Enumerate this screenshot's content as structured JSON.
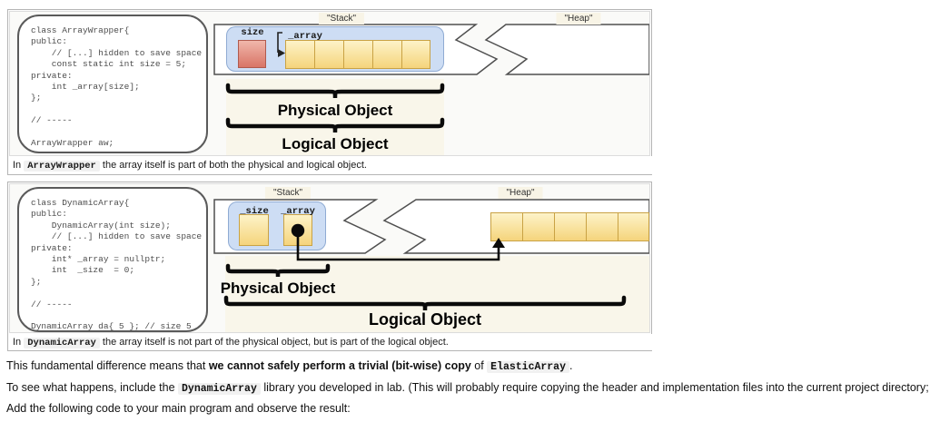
{
  "figure1": {
    "stack_label": "\"Stack\"",
    "heap_label": "\"Heap\"",
    "code_lines": [
      "class ArrayWrapper{",
      "public:",
      "    // [...] hidden to save space",
      "    const static int size = 5;",
      "private:",
      "    int _array[size];",
      "};",
      "",
      "// -----",
      "",
      "ArrayWrapper aw;"
    ],
    "member1_label": "size",
    "member2_label": "_array",
    "physical_label": "Physical Object",
    "logical_label": "Logical Object",
    "caption_prefix": "In ",
    "caption_code": "ArrayWrapper",
    "caption_suffix": " the array itself is part of both the physical and logical object."
  },
  "figure2": {
    "stack_label": "\"Stack\"",
    "heap_label": "\"Heap\"",
    "code_lines": [
      "class DynamicArray{",
      "public:",
      "    DynamicArray(int size);",
      "    // [...] hidden to save space",
      "private:",
      "    int* _array = nullptr;",
      "    int  _size  = 0;",
      "};",
      "",
      "// -----",
      "",
      "DynamicArray da{ 5 }; // size 5"
    ],
    "member1_label": "_size",
    "member2_label": "_array",
    "physical_label": "Physical Object",
    "logical_label": "Logical Object",
    "caption_prefix": "In ",
    "caption_code": "DynamicArray",
    "caption_suffix": " the array itself is not part of the physical object, but is part of the logical object."
  },
  "paragraphs": {
    "p1_start": "This fundamental difference means that ",
    "p1_bold": "we cannot safely perform a trivial (bit-wise) copy",
    "p1_mid": " of ",
    "p1_code": "ElasticArray",
    "p1_end": ".",
    "p2_start": "To see what happens, include the ",
    "p2_code": "DynamicArray",
    "p2_end": " library you developed in lab. (This will probably require copying the header and implementation files into the current project directory; do so now.)",
    "p3": "Add the following code to your main program and observe the result:"
  },
  "colors": {
    "cell_yellow": "#f5d47c",
    "cell_yellow_light": "#fdf3c8",
    "cell_border": "#c9a244",
    "size_red": "#d97466",
    "size_red_light": "#f0b7ab",
    "object_blue": "#cdddf4",
    "object_blue_border": "#8fabd3",
    "cream_bg": "#f9f6ea",
    "strip_border": "#4f4f4f"
  }
}
